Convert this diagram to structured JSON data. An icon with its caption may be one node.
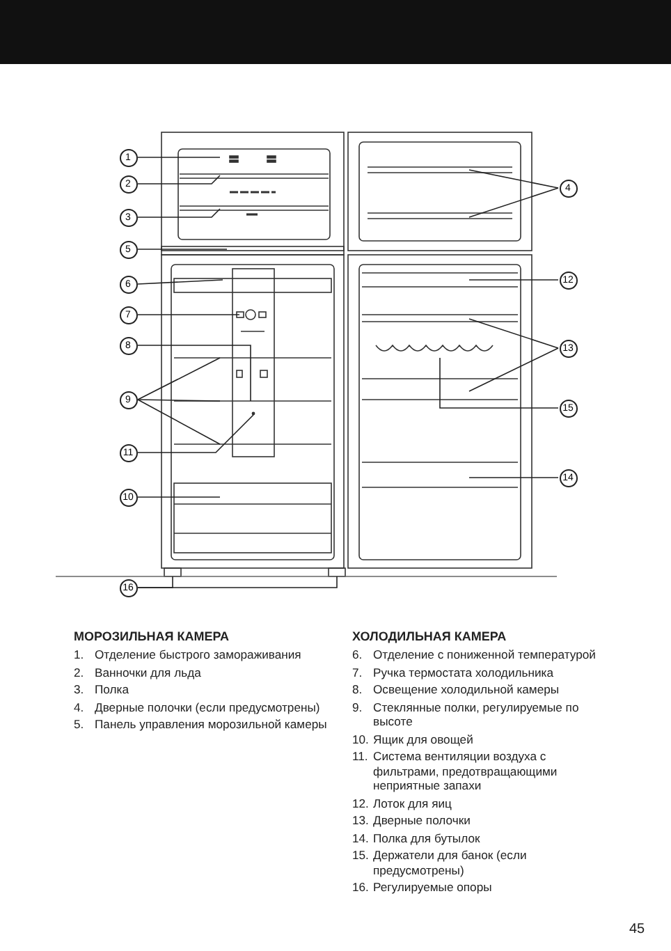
{
  "diagram": {
    "nodes": [
      {
        "text": [
          "1"
        ]
      },
      {
        "text": [
          "2"
        ]
      },
      {
        "text": [
          "3"
        ]
      },
      {
        "text": [
          "4"
        ]
      },
      {
        "text": [
          "5"
        ]
      },
      {
        "text": [
          "6"
        ]
      },
      {
        "text": [
          "7"
        ]
      },
      {
        "text": [
          "8"
        ]
      },
      {
        "text": [
          "9"
        ]
      },
      {
        "text": [
          "10"
        ]
      },
      {
        "text": [
          "11"
        ]
      },
      {
        "text": [
          "12"
        ]
      },
      {
        "text": [
          "13"
        ]
      },
      {
        "text": [
          "14"
        ]
      },
      {
        "text": [
          "15"
        ]
      },
      {
        "text": [
          "16"
        ]
      }
    ],
    "edges": [
      {
        "from": 0,
        "to": null,
        "arrow": "none"
      },
      {
        "from": 1,
        "to": null,
        "arrow": "none"
      },
      {
        "from": 2,
        "to": null,
        "arrow": "none"
      },
      {
        "from": 3,
        "to": null,
        "arrow": "none"
      },
      {
        "from": 3,
        "to": null,
        "arrow": "none"
      },
      {
        "from": 4,
        "to": null,
        "arrow": "none"
      },
      {
        "from": 5,
        "to": null,
        "arrow": "none"
      },
      {
        "from": 6,
        "to": null,
        "arrow": "none"
      },
      {
        "from": 7,
        "to": null,
        "arrow": "none"
      },
      {
        "from": 8,
        "to": null,
        "arrow": "none"
      },
      {
        "from": 8,
        "to": null,
        "arrow": "none"
      },
      {
        "from": 8,
        "to": null,
        "arrow": "none"
      },
      {
        "from": 9,
        "to": null,
        "arrow": "none"
      },
      {
        "from": 10,
        "to": null,
        "arrow": "none"
      },
      {
        "from": 11,
        "to": null,
        "arrow": "none"
      },
      {
        "from": 12,
        "to": null,
        "arrow": "none"
      },
      {
        "from": 12,
        "to": null,
        "arrow": "none"
      },
      {
        "from": 13,
        "to": null,
        "arrow": "none"
      },
      {
        "from": 14,
        "to": null,
        "arrow": "none"
      },
      {
        "from": 15,
        "to": null,
        "arrow": "none"
      },
      {
        "from": 15,
        "to": null,
        "arrow": "none"
      }
    ],
    "labels": [
      "МОРОЗИЛЬНАЯ КАМЕРА",
      "1.",
      "Отделение быстрого замораживания",
      "2.",
      "Ванночки для льда",
      "3.",
      "Полка",
      "4.",
      "Дверные полочки (если предусмотрены)",
      "5.",
      "Панель управления морозильной камеры",
      "ХОЛОДИЛЬНАЯ КАМЕРА",
      "6.",
      "Отделение с пониженной температурой",
      "7.",
      "Ручка термостата холодильника",
      "8.",
      "Освещение холодильной камеры",
      "9.",
      "Стеклянные полки, регулируемые по высоте",
      "10.",
      "Ящик для овощей",
      "11.",
      "Система вентиляции воздуха с фильтрами, предотвращающими неприятные запахи",
      "12.",
      "Лоток для яиц",
      "13.",
      "Дверные полочки",
      "14.",
      "Полка для бутылок",
      "15.",
      "Держатели для банок (если предусмотрены)",
      "16.",
      "Регулируемые опоры",
      "45"
    ]
  }
}
